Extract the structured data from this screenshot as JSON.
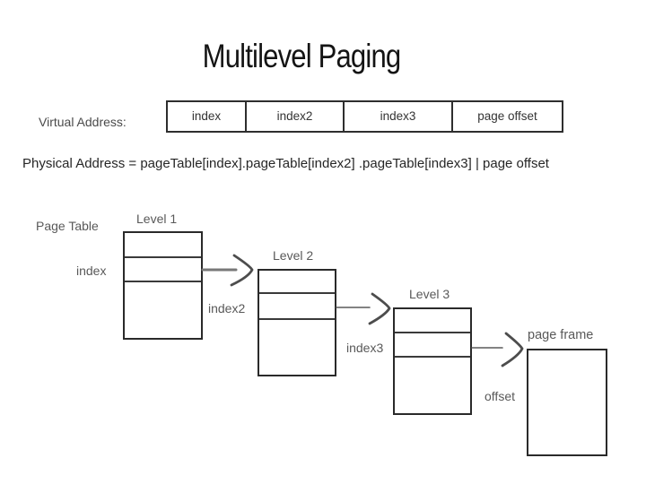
{
  "slide": {
    "title": "Multilevel Paging"
  },
  "virtual_address": {
    "label": "Virtual Address:",
    "fields": [
      "index",
      "index2",
      "index3",
      "page offset"
    ]
  },
  "physical_address_formula": "Physical Address = pageTable[index].pageTable[index2] .pageTable[index3] | page offset",
  "diagram": {
    "page_table_label": "Page Table",
    "levels": [
      {
        "title": "Level 1",
        "pointer_label": "index"
      },
      {
        "title": "Level 2",
        "pointer_label": "index2"
      },
      {
        "title": "Level 3",
        "pointer_label": "index3"
      }
    ],
    "page_frame": {
      "title": "page frame",
      "pointer_label": "offset"
    }
  },
  "colors": {
    "background": "#ffffff",
    "title_text": "#141414",
    "formula_text": "#262626",
    "label_text": "#595959",
    "box_border": "#2e2e2e",
    "arrow": "#4d4d4d"
  }
}
